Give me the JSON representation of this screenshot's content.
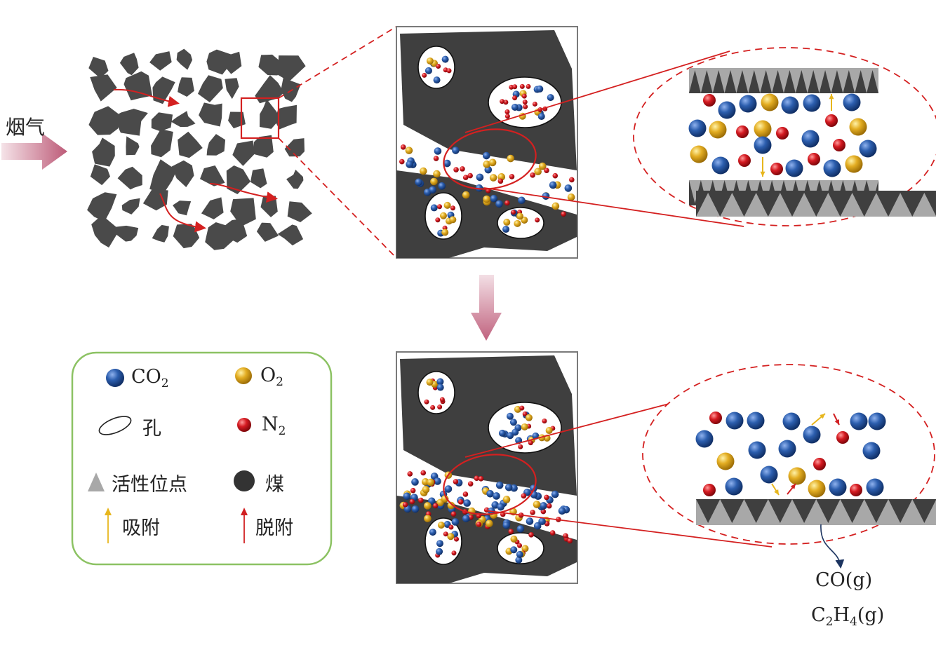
{
  "flue_gas_label": "烟气",
  "legend": {
    "co2": {
      "text": "CO",
      "sub": "2"
    },
    "o2": {
      "text": "O",
      "sub": "2"
    },
    "pore": "孔",
    "n2": {
      "text": "N",
      "sub": "2"
    },
    "active_site": "活性位点",
    "coal": "煤",
    "adsorption": "吸附",
    "desorption": "脱附"
  },
  "products": {
    "co": "CO(g)",
    "c2h4": {
      "p1": "C",
      "s1": "2",
      "p2": "H",
      "s2": "4",
      "p3": "(g)"
    }
  },
  "colors": {
    "coal": "#3f3f3f",
    "co2": "#1f4f9a",
    "o2": "#e0a91a",
    "n2": "#d1141e",
    "accent_red": "#d42020",
    "adsorption_arrow": "#e7b61d",
    "desorption_arrow": "#d11f22",
    "legend_border": "#8cc263",
    "site_light": "#a8a8a8",
    "site_dark": "#3f3f3f"
  }
}
